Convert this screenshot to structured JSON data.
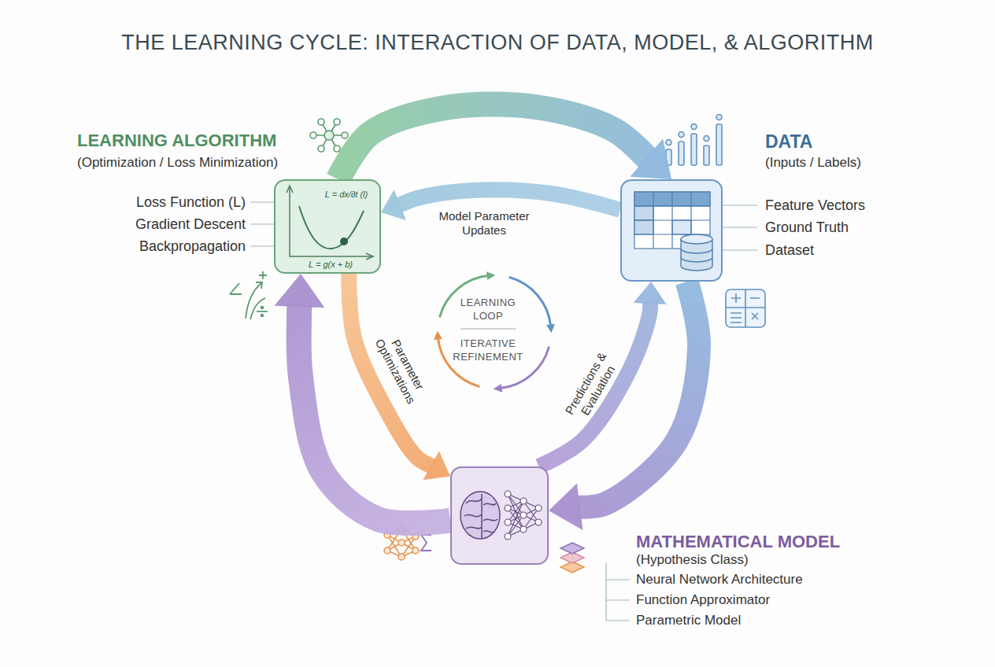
{
  "diagram": {
    "title": "THE LEARNING CYCLE: INTERACTION OF DATA, MODEL, & ALGORITHM",
    "nodes": [
      {
        "text": [
          "LEARNING ALGORITHM",
          "(Optimization / Loss Minimization)"
        ]
      },
      {
        "text": [
          "DATA",
          "(Inputs / Labels)"
        ]
      },
      {
        "text": [
          "MATHEMATICAL MODEL",
          "(Hypothesis Class)"
        ]
      }
    ],
    "edges": [
      {
        "from": 0,
        "to": 1,
        "arrow": "to"
      },
      {
        "from": 1,
        "to": 0,
        "label": "Model Parameter Updates",
        "arrow": "to"
      },
      {
        "from": 1,
        "to": 2,
        "arrow": "to"
      },
      {
        "from": 0,
        "to": 2,
        "label": "Parameter Optimizations",
        "arrow": "to"
      },
      {
        "from": 2,
        "to": 1,
        "label": "Predictions & Evaluation",
        "arrow": "to"
      },
      {
        "from": 2,
        "to": 0,
        "arrow": "to"
      }
    ],
    "labels": [
      "L = dx/∂t (l)",
      "L = g(x + b)",
      "Loss Function (L)",
      "Gradient Descent",
      "Backpropagation",
      "Feature Vectors",
      "Ground Truth",
      "Dataset",
      "LEARNING LOOP",
      "ITERATIVE REFINEMENT",
      "Neural Network Architecture",
      "Function Approximator",
      "Parametric Model"
    ]
  }
}
